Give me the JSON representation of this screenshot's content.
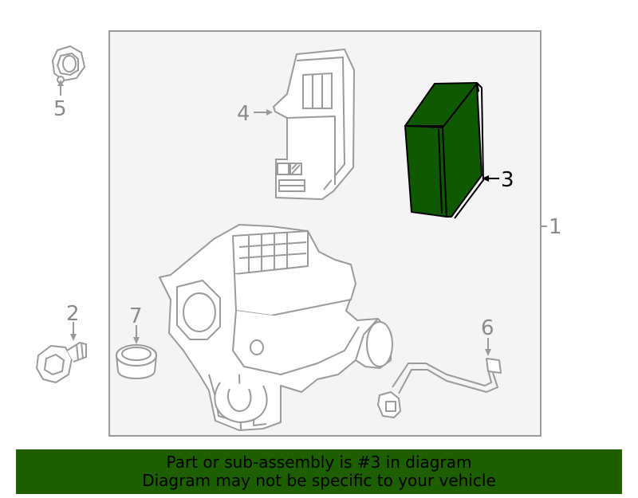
{
  "colors": {
    "highlight_fill": "#0f5a00",
    "banner_bg": "#1c5e00",
    "line_gray": "#9a9a9a",
    "box_fill": "#f4f4f4"
  },
  "callouts": {
    "c1": "1",
    "c2": "2",
    "c3": "3",
    "c4": "4",
    "c5": "5",
    "c6": "6",
    "c7": "7"
  },
  "highlighted_part": "3",
  "banner": {
    "line1": "Part or sub-assembly is #3 in diagram",
    "line2": "Diagram may not be specific to your vehicle"
  }
}
